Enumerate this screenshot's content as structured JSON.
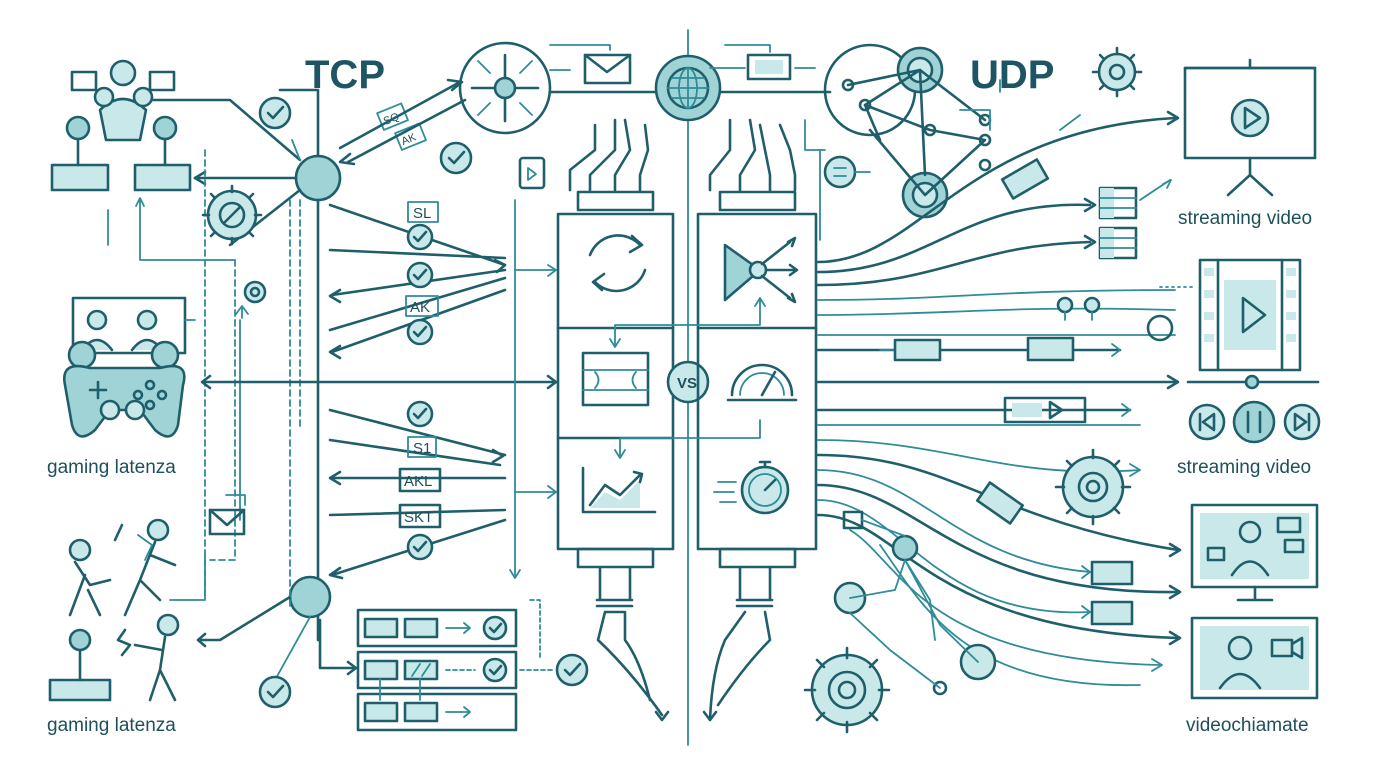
{
  "titles": {
    "left": "TCP",
    "right": "UDP",
    "vs": "VS"
  },
  "captions": {
    "top_right": "streaming video",
    "mid_right": "streaming video",
    "bottom_right": "videochiamate",
    "mid_left": "gaming latenza",
    "bottom_left": "gaming latenza"
  },
  "packet_tags": [
    "SL",
    "AK",
    "S1",
    "AKL",
    "SKT"
  ],
  "handshake_tags": [
    "SQ",
    "AK"
  ],
  "colors": {
    "ink": "#1f5f6b",
    "accent": "#9fd3d6",
    "light": "#c9e8e9"
  }
}
